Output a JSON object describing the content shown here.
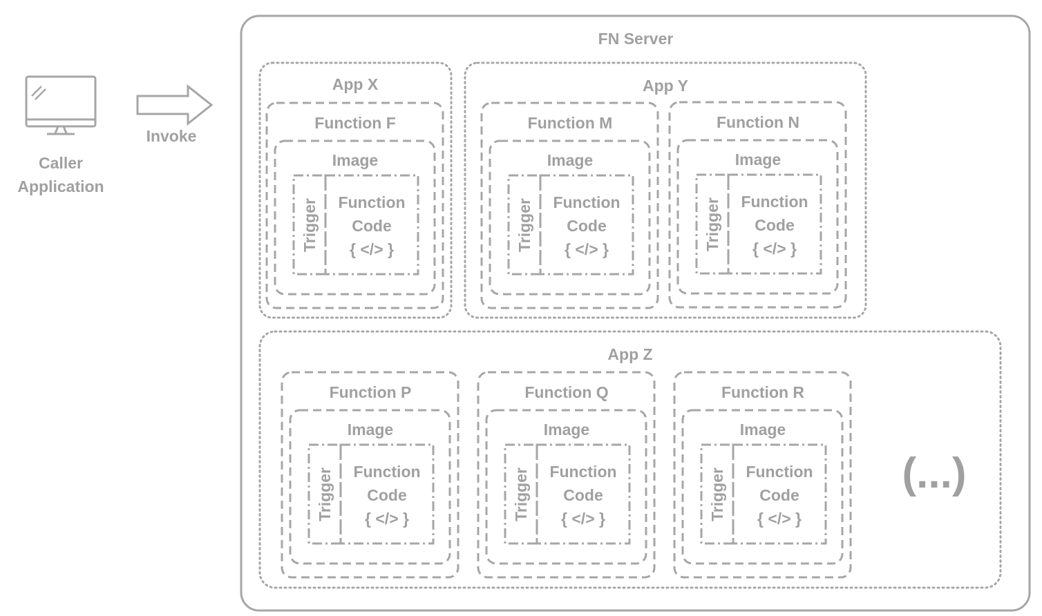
{
  "caller": {
    "line1": "Caller",
    "line2": "Application",
    "icon": "monitor-icon"
  },
  "invoke": {
    "label": "Invoke",
    "icon": "arrow-right-icon"
  },
  "server": {
    "title": "FN Server"
  },
  "apps": [
    {
      "id": "x",
      "title": "App X",
      "functions": [
        "F"
      ]
    },
    {
      "id": "y",
      "title": "App Y",
      "functions": [
        "M",
        "N"
      ]
    },
    {
      "id": "z",
      "title": "App Z",
      "functions": [
        "P",
        "Q",
        "R"
      ]
    }
  ],
  "function_block": {
    "function_prefix": "Function",
    "image": "Image",
    "trigger": "Trigger",
    "code_line1": "Function",
    "code_line2": "Code",
    "code_symbol": "{ </> }"
  },
  "more": "(...)",
  "colors": {
    "stroke": "#a6a6a6",
    "text": "#a0a0a0"
  }
}
